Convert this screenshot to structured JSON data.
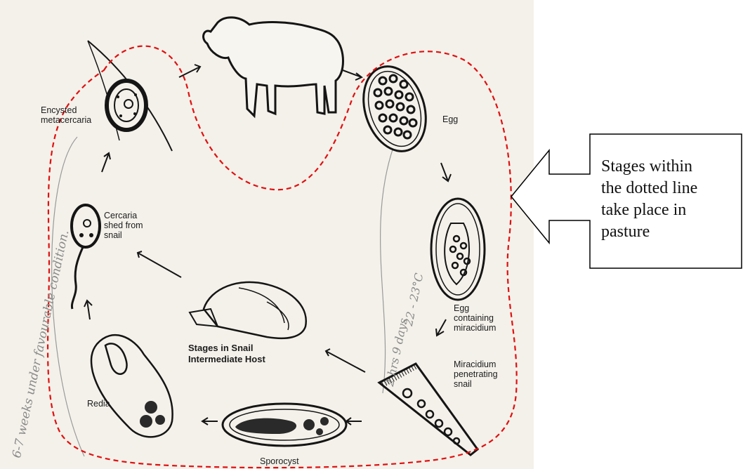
{
  "labels": {
    "encysted": "Encysted\nmetacercaria",
    "egg": "Egg",
    "cercaria": "Cercaria\nshed from\nsnail",
    "egg_mira": "Egg\ncontaining\nmiracidium",
    "miracidium": "Miracidium\npenetrating\nsnail",
    "snail_host": "Stages in Snail\nIntermediate Host",
    "redia": "Redia",
    "sporocyst": "Sporocyst"
  },
  "handwriting": {
    "left": "6-7 weeks under favourable condition.",
    "days": "2 hrs  9 days",
    "temp": "22 - 23°C"
  },
  "callout": {
    "text": "Stages within\nthe dotted line\ntake place in\npasture"
  },
  "colors": {
    "dotted_line": "#e01010",
    "ink": "#151515",
    "pencil": "#8a8a8a",
    "paper": "#f4f1ea"
  }
}
